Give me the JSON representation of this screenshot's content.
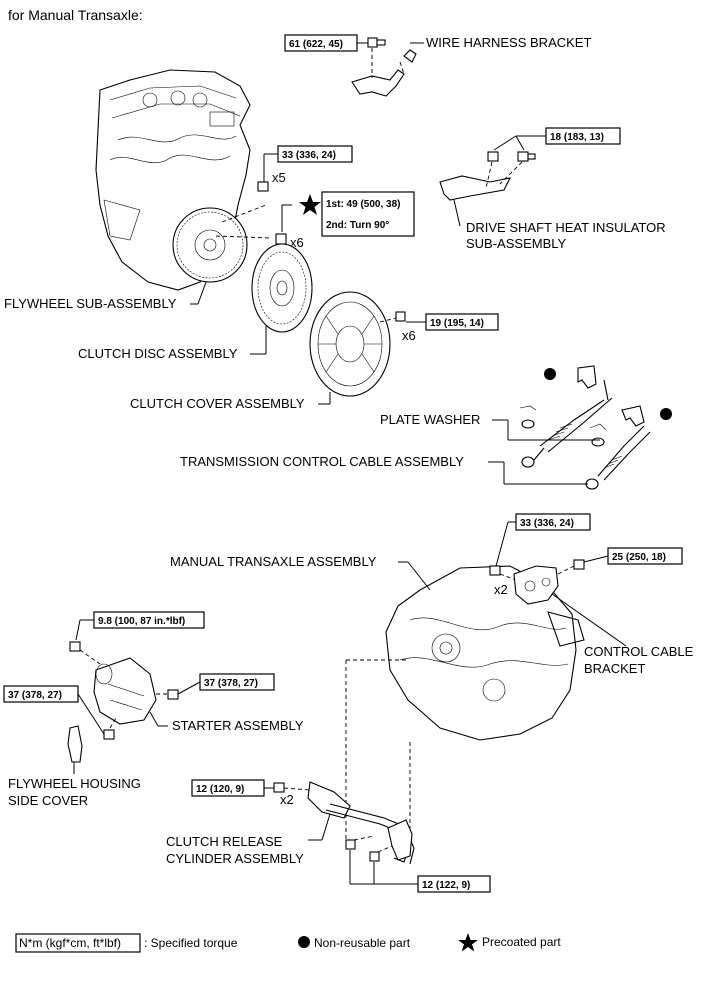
{
  "header": {
    "title": "for Manual Transaxle:"
  },
  "parts": {
    "wire_harness_bracket": "WIRE HARNESS BRACKET",
    "drive_shaft_heat_insulator_1": "DRIVE SHAFT HEAT INSULATOR",
    "drive_shaft_heat_insulator_2": "SUB-ASSEMBLY",
    "flywheel": "FLYWHEEL SUB-ASSEMBLY",
    "clutch_disc": "CLUTCH DISC ASSEMBLY",
    "clutch_cover": "CLUTCH COVER ASSEMBLY",
    "plate_washer": "PLATE WASHER",
    "transmission_control_cable": "TRANSMISSION CONTROL CABLE ASSEMBLY",
    "manual_transaxle": "MANUAL TRANSAXLE ASSEMBLY",
    "control_cable_bracket_1": "CONTROL CABLE",
    "control_cable_bracket_2": "BRACKET",
    "starter": "STARTER ASSEMBLY",
    "flywheel_housing_side_cover_1": "FLYWHEEL HOUSING",
    "flywheel_housing_side_cover_2": "SIDE COVER",
    "clutch_release_cylinder_1": "CLUTCH RELEASE",
    "clutch_release_cylinder_2": "CYLINDER ASSEMBLY"
  },
  "torques": {
    "wire_harness": "61 (622, 45)",
    "heat_insulator": "18 (183, 13)",
    "flywheel_upper": "33 (336, 24)",
    "flywheel_1st": "1st: 49 (500, 38)",
    "flywheel_2nd": "2nd: Turn 90°",
    "clutch_cover": "19 (195, 14)",
    "transaxle_bracket": "33 (336, 24)",
    "control_cable_bracket": "25 (250, 18)",
    "starter_upper": "9.8 (100, 87 in.*lbf)",
    "starter_right": "37 (378, 27)",
    "starter_left": "37 (378, 27)",
    "release_cylinder": "12 (120, 9)",
    "release_bracket": "12 (122, 9)"
  },
  "quantities": {
    "flywheel_upper": "x5",
    "flywheel_bolts": "x6",
    "clutch_cover": "x6",
    "transaxle_bracket": "x2",
    "release_cylinder": "x2"
  },
  "legend": {
    "unit_box": "N*m (kgf*cm, ft*lbf)",
    "unit_desc": ": Specified torque",
    "nonreusable": "Non-reusable part",
    "precoated": "Precoated part"
  }
}
